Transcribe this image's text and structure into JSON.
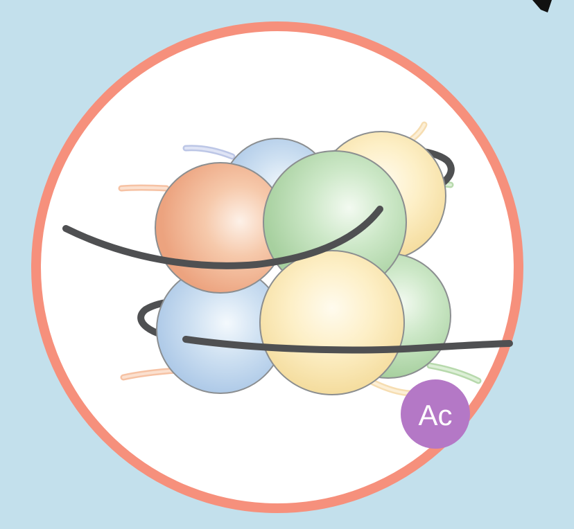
{
  "image": {
    "background_color": "#c3e0ec",
    "badge": {
      "label": "Ac",
      "color": "#b478c6",
      "text_color": "#ffffff"
    },
    "ring_color": "#f6907c",
    "dna_color": "#4f5052",
    "histones": [
      {
        "color": "blue"
      },
      {
        "color": "yellow"
      },
      {
        "color": "orange"
      },
      {
        "color": "green"
      },
      {
        "color": "green"
      },
      {
        "color": "blue"
      },
      {
        "color": "yellow"
      }
    ]
  }
}
